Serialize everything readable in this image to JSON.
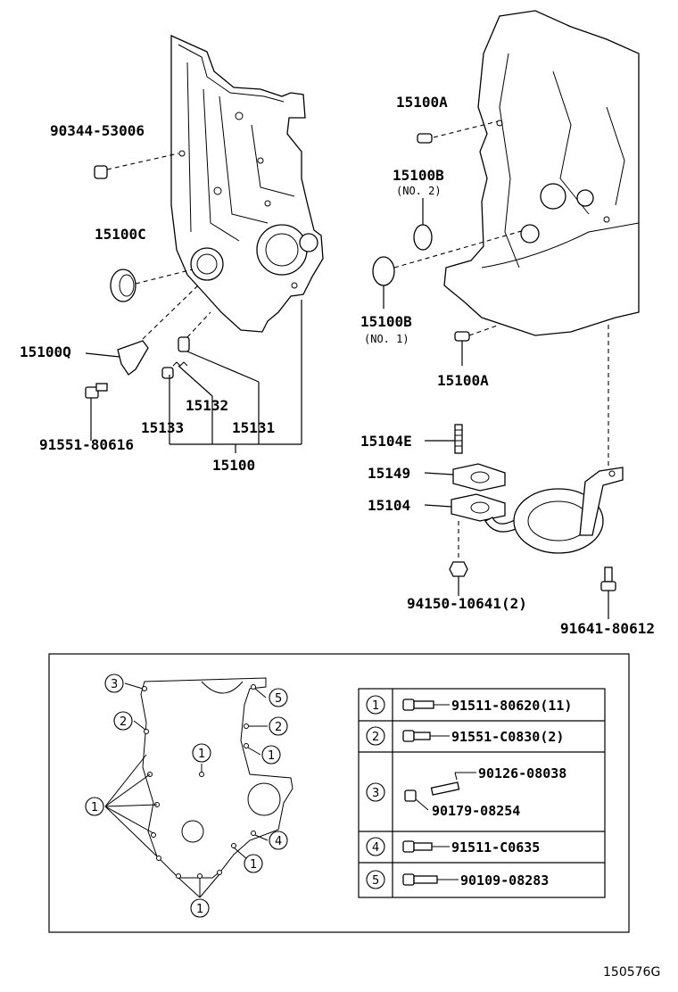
{
  "figure_id": "150576G",
  "labels": {
    "p90344": "90344-53006",
    "p15100C": "15100C",
    "p15100Q": "15100Q",
    "p91551_80616": "91551-80616",
    "p15133": "15133",
    "p15132": "15132",
    "p15131": "15131",
    "p15100": "15100",
    "p15100A_top": "15100A",
    "p15100B_top": "15100B",
    "p15100B_top_note": "(NO. 2)",
    "p15100B_bot": "15100B",
    "p15100B_bot_note": "(NO. 1)",
    "p15100A_bot": "15100A",
    "p15104E": "15104E",
    "p15149": "15149",
    "p15104": "15104",
    "p94150": "94150-10641(2)",
    "p91641": "91641-80612"
  },
  "bolt_map": {
    "callouts": [
      "1",
      "2",
      "3",
      "4",
      "5"
    ]
  },
  "bolt_table": {
    "rows": [
      {
        "key": "1",
        "parts": [
          "91511-80620(11)"
        ]
      },
      {
        "key": "2",
        "parts": [
          "91551-C0830(2)"
        ]
      },
      {
        "key": "3",
        "parts": [
          "90126-08038",
          "90179-08254"
        ]
      },
      {
        "key": "4",
        "parts": [
          "91511-C0635"
        ]
      },
      {
        "key": "5",
        "parts": [
          "90109-08283"
        ]
      }
    ]
  }
}
